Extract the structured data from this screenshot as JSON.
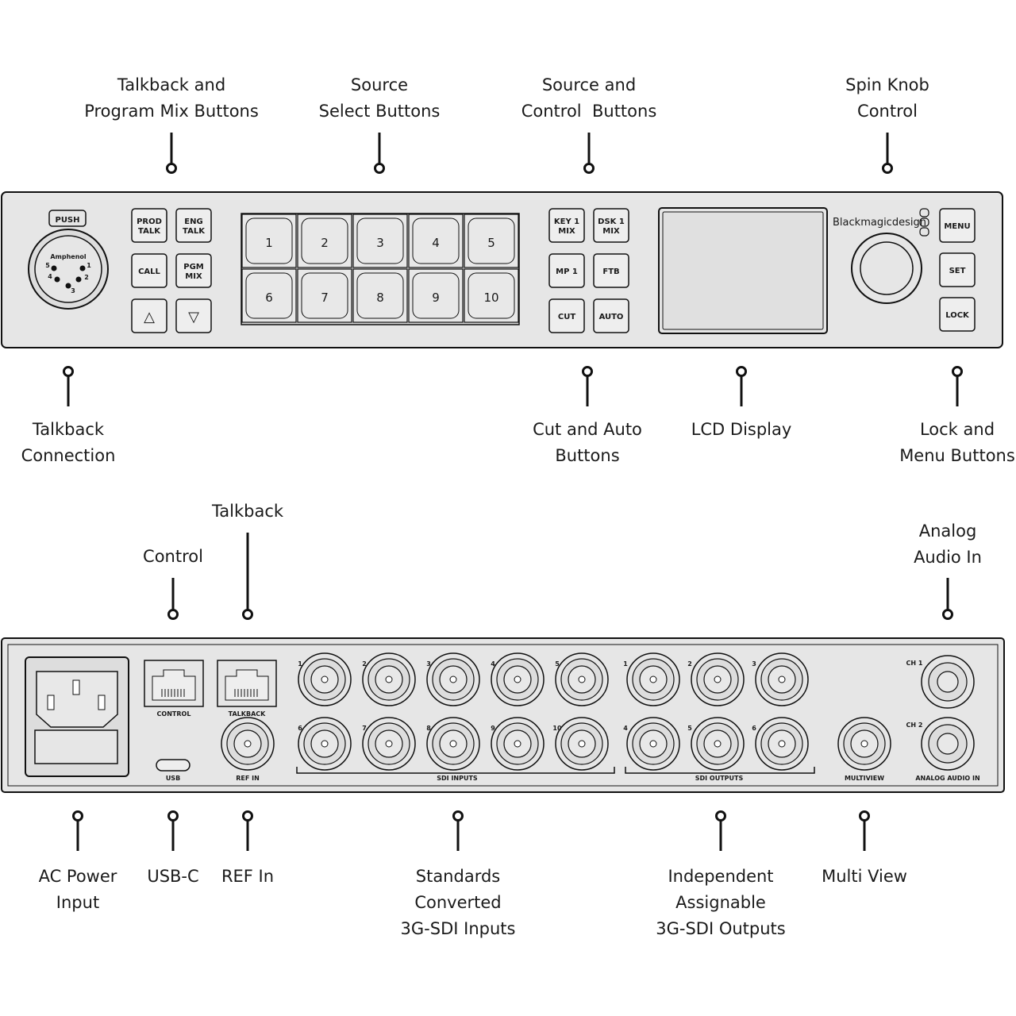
{
  "front_panel": {
    "talkback_connector": {
      "push_label": "PUSH",
      "brand_label": "Amphenol",
      "pins": [
        "1",
        "2",
        "3",
        "4",
        "5"
      ]
    },
    "talkback_buttons": [
      "PROD\nTALK",
      "ENG\nTALK",
      "CALL",
      "PGM\nMIX",
      "△",
      "▽"
    ],
    "source_buttons": [
      "1",
      "2",
      "3",
      "4",
      "5",
      "6",
      "7",
      "8",
      "9",
      "10"
    ],
    "control_buttons": [
      "KEY 1\nMIX",
      "DSK 1\nMIX",
      "MP 1",
      "FTB",
      "CUT",
      "AUTO"
    ],
    "brand": "Blackmagicdesign",
    "menu_buttons": [
      "MENU",
      "SET",
      "LOCK"
    ]
  },
  "rear_panel": {
    "control_label": "CONTROL",
    "talkback_label": "TALKBACK",
    "usb_label": "USB",
    "ref_label": "REF IN",
    "sdi_input_numbers": [
      "1",
      "2",
      "3",
      "4",
      "5",
      "6",
      "7",
      "8",
      "9",
      "10"
    ],
    "sdi_inputs_label": "SDI INPUTS",
    "sdi_output_numbers": [
      "1",
      "2",
      "3",
      "4",
      "5",
      "6"
    ],
    "sdi_outputs_label": "SDI OUTPUTS",
    "multiview_label": "MULTIVIEW",
    "audio_channels": [
      "CH 1",
      "CH 2"
    ],
    "analog_audio_label": "ANALOG AUDIO IN"
  },
  "callouts": {
    "talkback_program_mix": "Talkback and\nProgram Mix Buttons",
    "source_select": "Source\nSelect Buttons",
    "source_control": "Source and\nControl  Buttons",
    "spin_knob": "Spin Knob\nControl",
    "talkback_connection": "Talkback\nConnection",
    "cut_auto": "Cut and Auto\nButtons",
    "lcd_display": "LCD Display",
    "lock_menu": "Lock and\nMenu Buttons",
    "talkback_rear": "Talkback",
    "control_rear": "Control",
    "analog_audio": "Analog\nAudio In",
    "ac_power": "AC Power\nInput",
    "usb_c": "USB-C",
    "ref_in": "REF In",
    "sdi_inputs": "Standards\nConverted\n3G-SDI Inputs",
    "sdi_outputs": "Independent\nAssignable\n3G-SDI Outputs",
    "multi_view": "Multi View"
  }
}
